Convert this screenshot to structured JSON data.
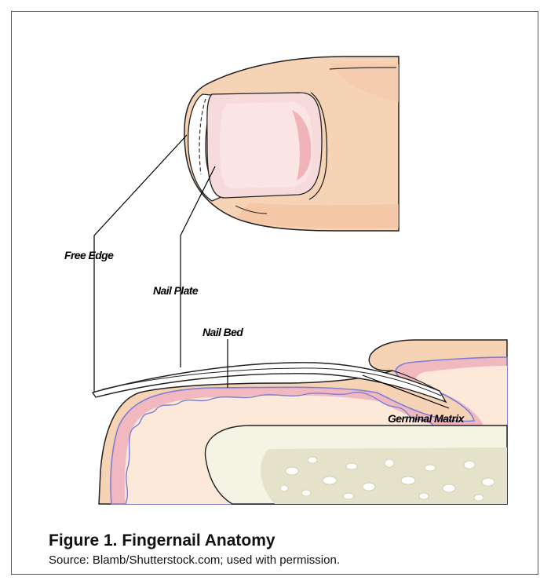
{
  "figure": {
    "labels": {
      "free_edge": "Free Edge",
      "nail_plate": "Nail Plate",
      "nail_bed": "Nail Bed",
      "germinal_matrix": "Germinal Matrix"
    },
    "caption_title": "Figure 1. Fingernail Anatomy",
    "caption_source": "Source: Blamb/Shutterstock.com; used with permission."
  },
  "colors": {
    "skin": "#f7d3b6",
    "skin_shadow": "#f1bf9c",
    "nail": "#f6dbdc",
    "nail_pink": "#f0b9bc",
    "tissue_pink": "#f2b8c0",
    "tissue_border": "#7b7fd6",
    "bone": "#e4e2c8",
    "bone_outer": "#f4f3e4",
    "soft_tissue": "#fde9da"
  }
}
